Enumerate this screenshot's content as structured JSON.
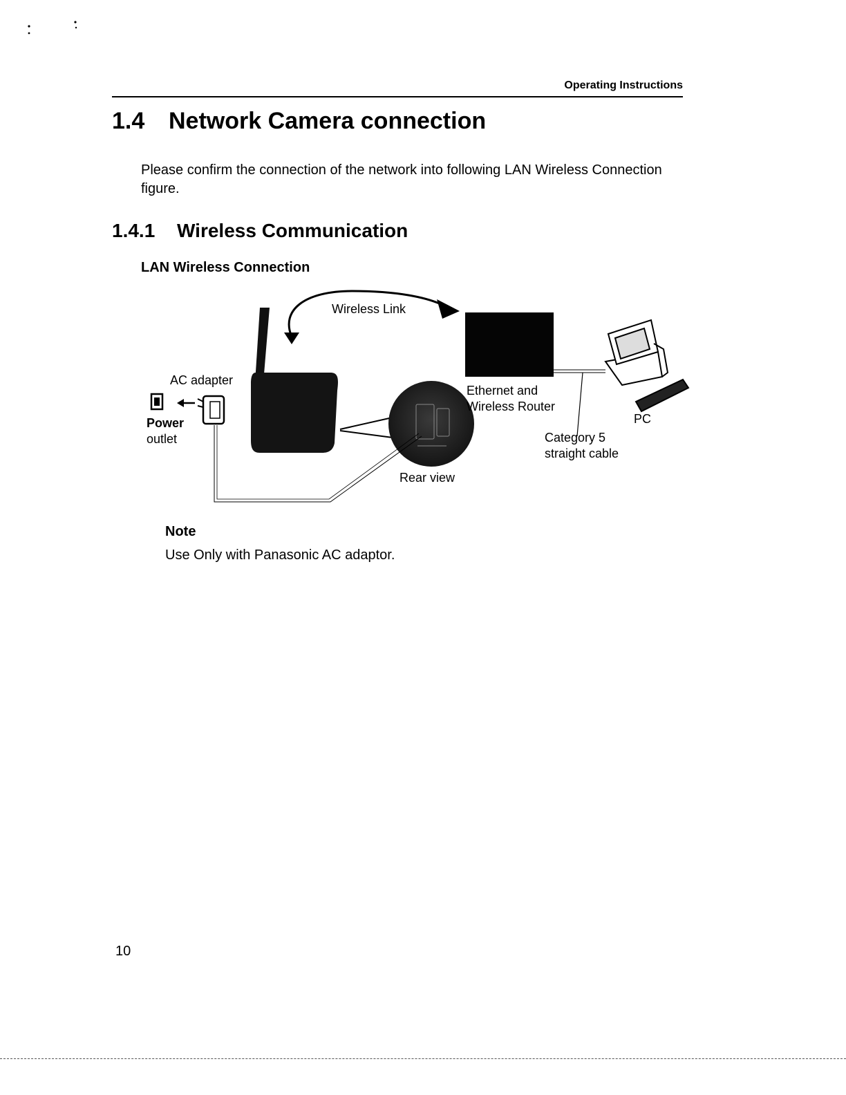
{
  "header": {
    "label": "Operating Instructions"
  },
  "section": {
    "number": "1.4",
    "title": "Network Camera connection",
    "intro": "Please confirm the connection of the network into following LAN Wireless Connection figure."
  },
  "subsection": {
    "number": "1.4.1",
    "title": "Wireless Communication"
  },
  "figure": {
    "title": "LAN Wireless Connection",
    "labels": {
      "wireless_link": "Wireless Link",
      "ac_adapter": "AC adapter",
      "power": "Power",
      "outlet": "outlet",
      "router_line1": "Ethernet and",
      "router_line2": "Wireless Router",
      "pc": "PC",
      "cable_line1": "Category 5",
      "cable_line2": "straight cable",
      "rear_view": "Rear view"
    }
  },
  "note": {
    "title": "Note",
    "text": "Use Only with Panasonic AC adaptor."
  },
  "page": {
    "number": "10"
  }
}
